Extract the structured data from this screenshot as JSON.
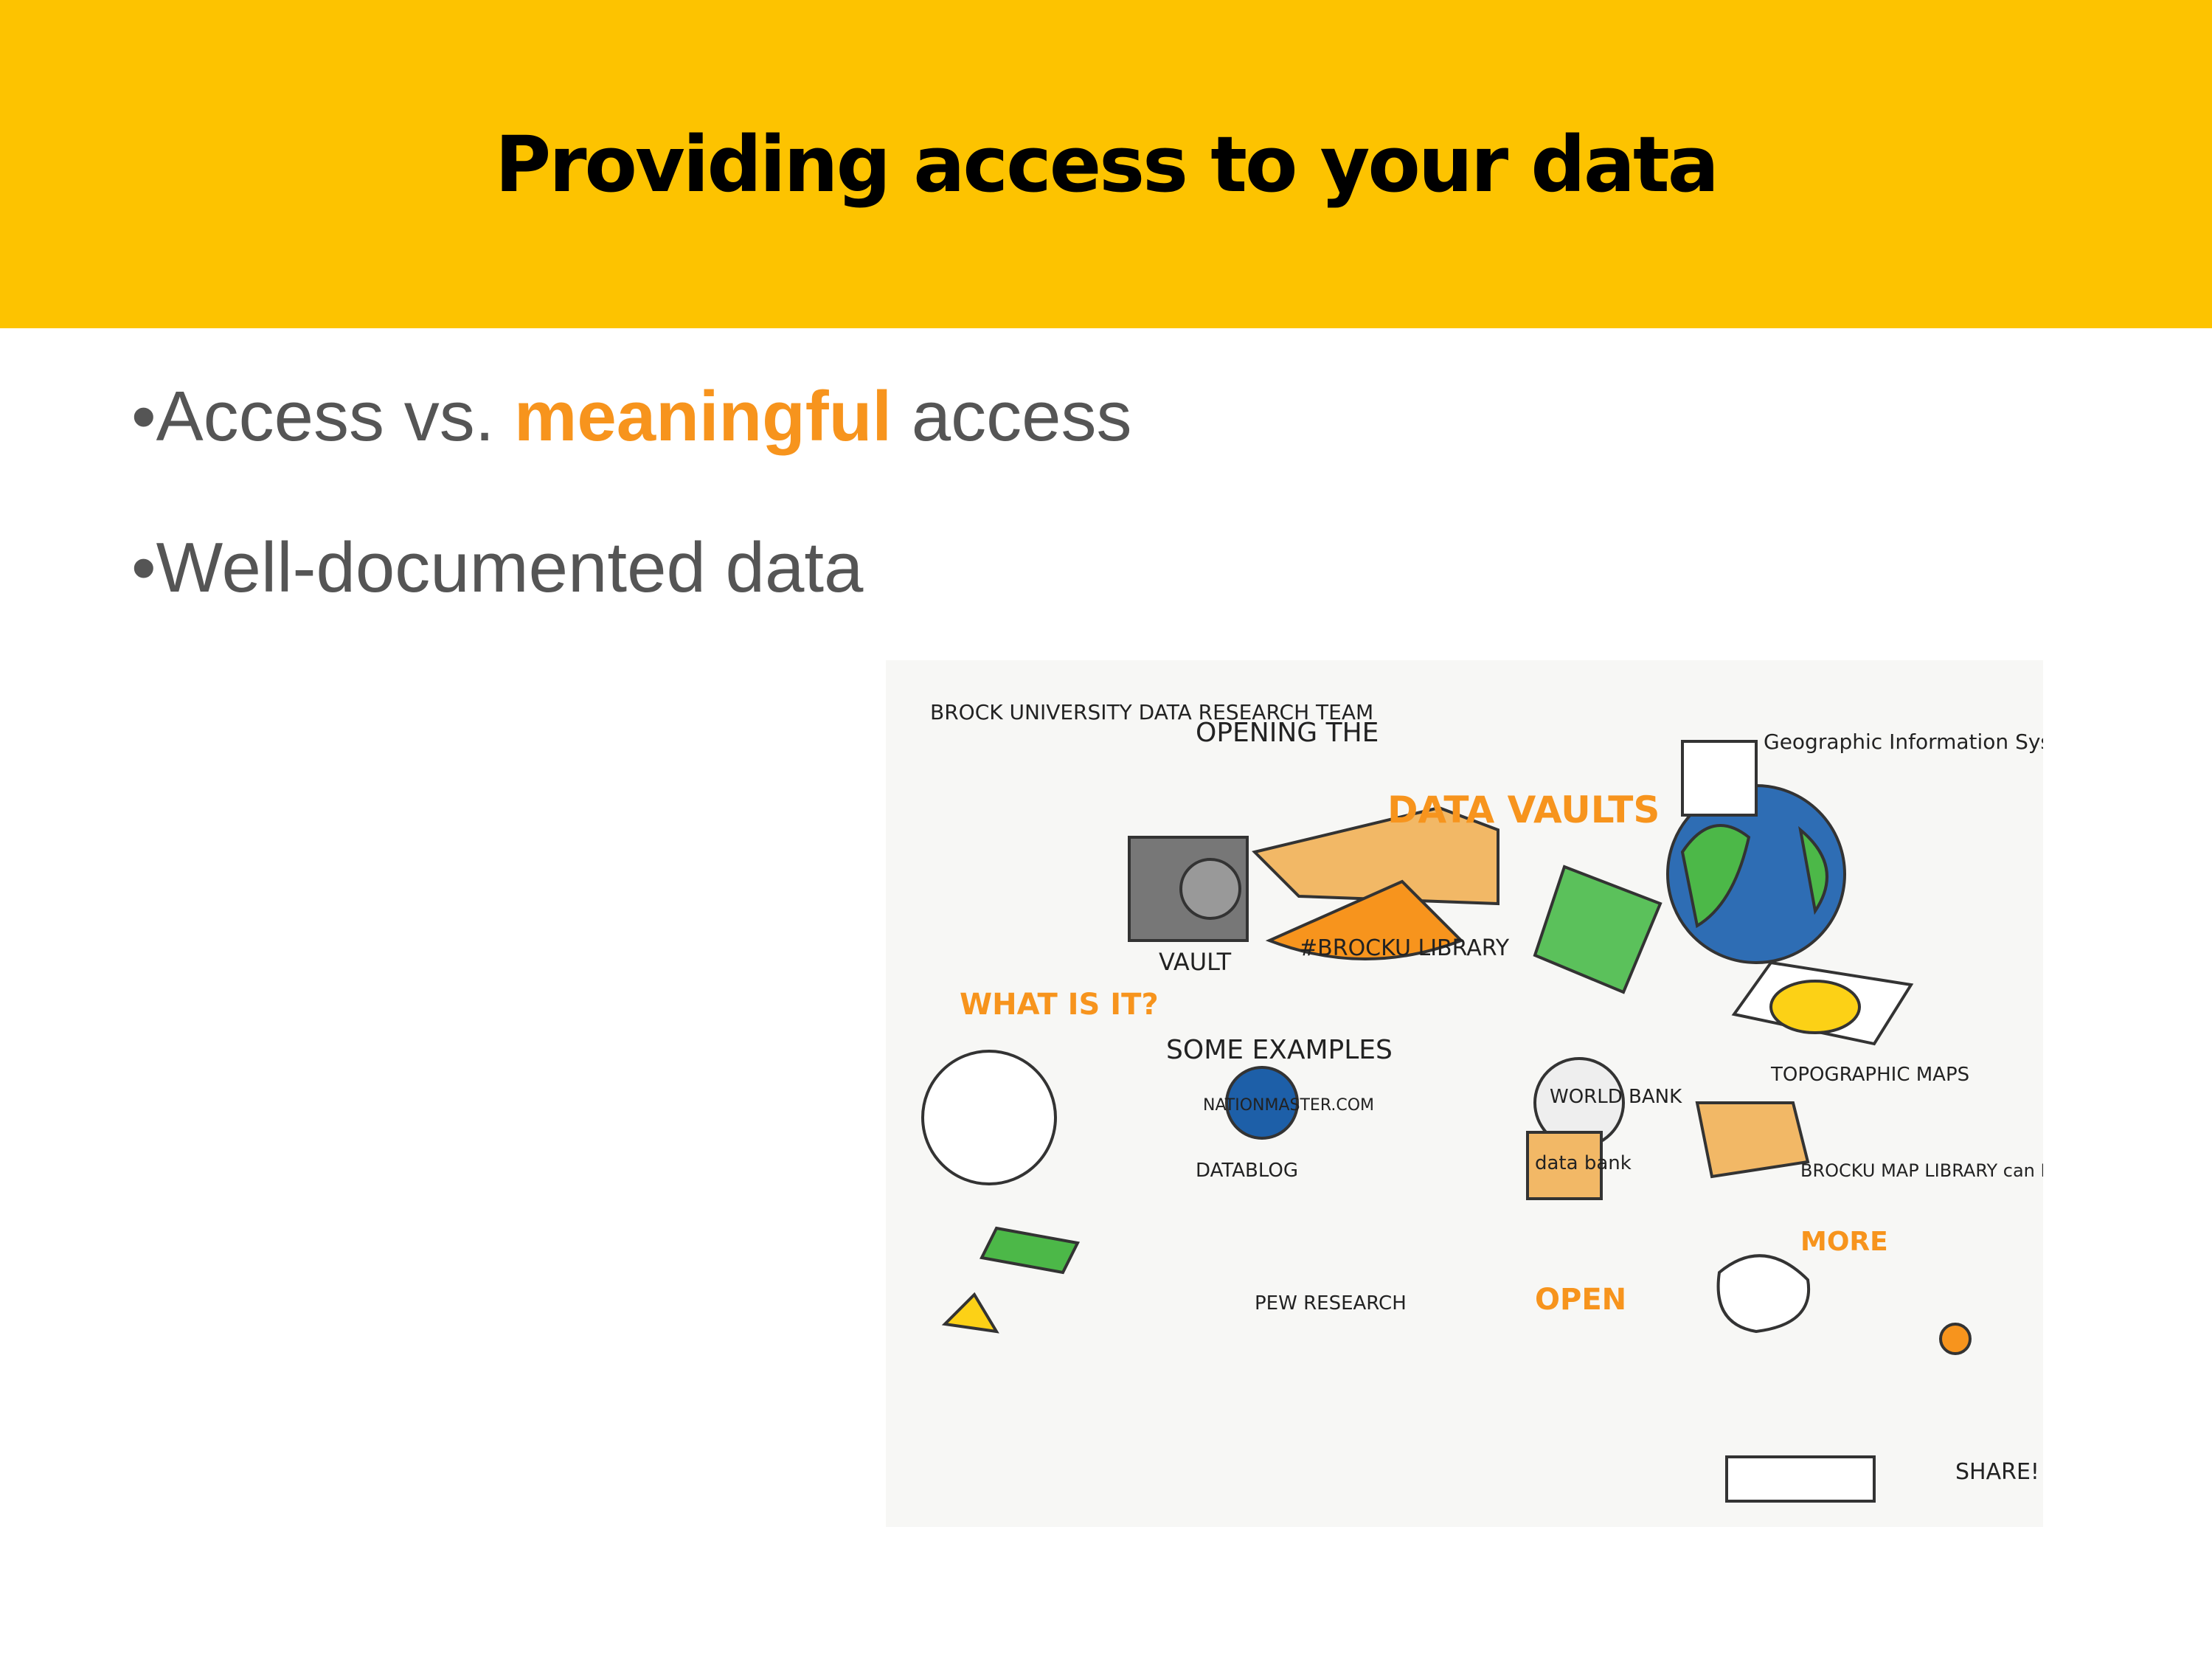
{
  "slide": {
    "title": "Providing access to your data",
    "bullets": [
      {
        "prefix": "•Access vs. ",
        "highlight": "meaningful",
        "suffix": " access"
      },
      {
        "text": "•Well-documented data"
      }
    ]
  },
  "colors": {
    "header": "#FDC300",
    "highlight": "#F7941D",
    "text": "#555555"
  },
  "illustration": {
    "labels": {
      "team": "BROCK UNIVERSITY DATA RESEARCH TEAM",
      "opening": "OPENING THE",
      "vaults": "DATA VAULTS",
      "gis": "Geographic Information Systems",
      "what": "WHAT IS IT?",
      "examples": "SOME EXAMPLES",
      "nationmaster": "NATIONMASTER.COM",
      "worldbank": "WORLD BANK",
      "databank": "data bank",
      "topo": "TOPOGRAPHIC MAPS",
      "open": "OPEN",
      "more": "MORE",
      "share": "SHARE!",
      "help": "BROCKU MAP LIBRARY can HELP",
      "datablog": "DATABLOG",
      "pew": "PEW RESEARCH",
      "vault": "VAULT",
      "library": "#BROCKU LIBRARY"
    }
  }
}
